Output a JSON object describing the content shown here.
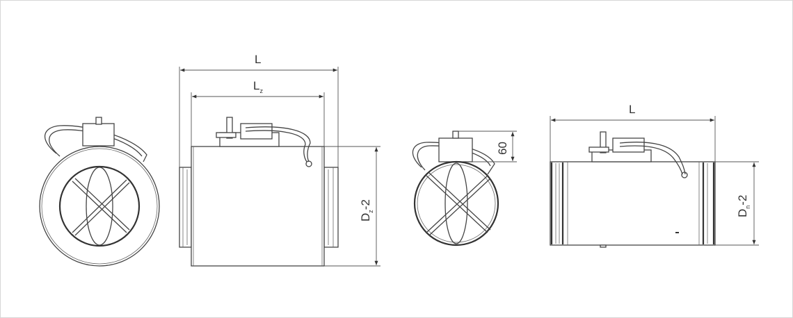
{
  "dimensions": {
    "view2_length": "L",
    "view2_inner_length_main": "L",
    "view2_inner_length_sub": "z",
    "view2_diameter_main": "D",
    "view2_diameter_sub": "z",
    "view2_diameter_suffix": "-2",
    "view3_actuator_height": "60",
    "view4_length": "L",
    "view4_diameter_main": "D",
    "view4_diameter_sub": "n",
    "view4_diameter_suffix": "-2"
  }
}
